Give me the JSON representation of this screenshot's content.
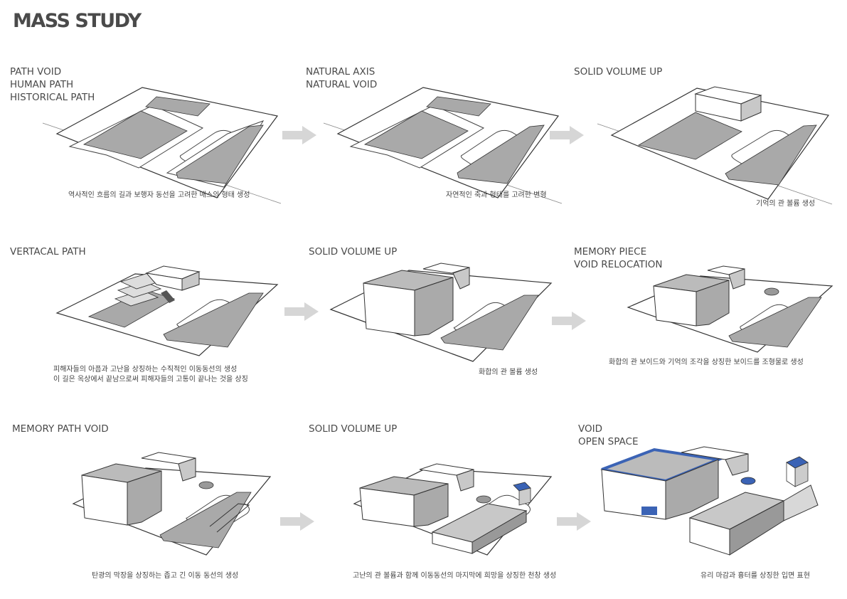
{
  "page_title": "MASS STUDY",
  "steps": [
    {
      "title": "PATH VOID\nHUMAN PATH\nHISTORICAL PATH",
      "caption": "역사적인 흐름의 길과 보행자 동선을 고려한 매스의 형태 생성"
    },
    {
      "title": "NATURAL AXIS\nNATURAL VOID",
      "caption": "자연적인 축과 형태를 고려한 변형"
    },
    {
      "title": "SOLID VOLUME UP",
      "caption": "기억의 관 볼륨 생성"
    },
    {
      "title": "VERTACAL PATH",
      "caption": "피해자들의 아픔과 고난을 상징하는 수직적인 이동동선의 생성\n이 길은 옥상에서 끝남으로써 피해자들의 고통이 끝나는 것을 상징"
    },
    {
      "title": "SOLID VOLUME UP",
      "caption": "화합의 관 볼륨 생성"
    },
    {
      "title": "MEMORY PIECE\nVOID RELOCATION",
      "caption": "화합의 관 보이드와 기억의 조각을 상징한 보이드를 조형물로 생성"
    },
    {
      "title": "MEMORY PATH VOID",
      "caption": "탄광의 막장을 상징하는 좁고 긴 이동 동선의 생성"
    },
    {
      "title": "SOLID VOLUME UP",
      "caption": "고난의 관 볼륨과 함께 이동동선의 마지막에 희망을 상징한 천창 생성"
    },
    {
      "title": "VOID\nOPEN SPACE",
      "caption": "유리 마감과 흉터를 상징한 입면 표현"
    }
  ],
  "colors": {
    "accent": "#3b63b5",
    "gray_fill": "#a9a9a9",
    "arrow": "#d6d6d6"
  }
}
